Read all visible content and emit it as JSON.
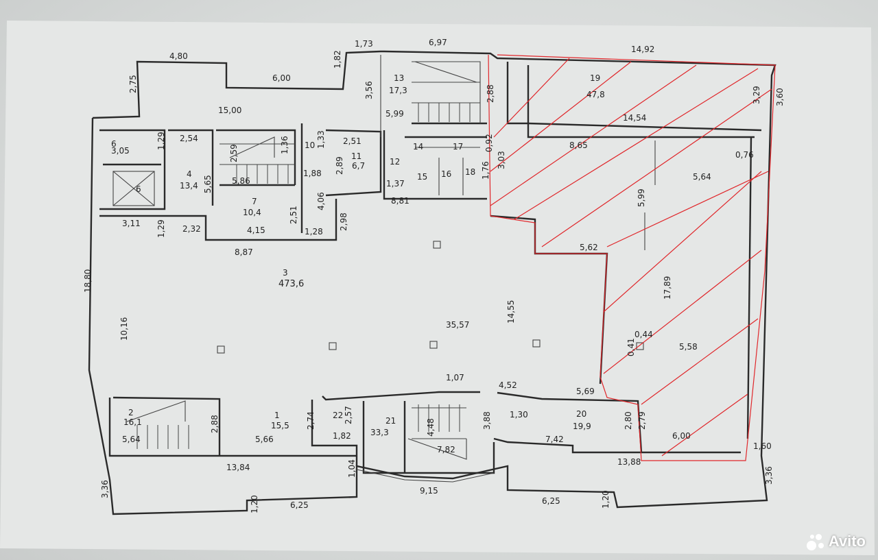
{
  "labels": {
    "d1": "14,92",
    "d2": "1,73",
    "d3": "6,97",
    "d4": "4,80",
    "d5": "1,82",
    "d6": "6,00",
    "d7": "2,75",
    "d8": "3,56",
    "d9": "15,00",
    "d10": "5,99",
    "d11": "2,88",
    "d12": "3,29",
    "d13": "3,60",
    "d14": "14,54",
    "d15": "2,54",
    "d16": "1,29",
    "d17": "3,05",
    "d18": "2,59",
    "d19": "1,36",
    "d20": "1,33",
    "d21": "2,51",
    "d22": "2,89",
    "d23": "0,92",
    "d24": "8,65",
    "d25": "0,76",
    "d26": "3,03",
    "d27": "1,76",
    "d28": "13,4",
    "d29": "5,65",
    "d30": "5,86",
    "d31": "1,88",
    "d32": "1,37",
    "d33": "4,06",
    "d34": "8,81",
    "d35": "5,64",
    "d36": "5,99",
    "d37": "2,51",
    "d38": "2,98",
    "d39": "10,4",
    "d40": "3,11",
    "d41": "1,29",
    "d42": "2,32",
    "d43": "4,15",
    "d44": "1,28",
    "d45": "8,87",
    "d46": "5,62",
    "d47": "18,80",
    "d48": "473,6",
    "d49": "17,89",
    "d50": "10,16",
    "d51": "35,57",
    "d52": "14,55",
    "d53": "0,41",
    "d54": "0,44",
    "d55": "5,58",
    "d56": "1,07",
    "d57": "4,52",
    "d58": "5,69",
    "d59": "1,30",
    "d60": "19,9",
    "d61": "2,80",
    "d62": "2,79",
    "d63": "16,1",
    "d64": "2,88",
    "d65": "15,5",
    "d66": "2,74",
    "d67": "2,57",
    "d68": "33,3",
    "d69": "4,48",
    "d70": "3,88",
    "d71": "5,64",
    "d72": "5,66",
    "d73": "1,82",
    "d74": "7,82",
    "d75": "7,42",
    "d76": "6,00",
    "d77": "13,84",
    "d78": "1,04",
    "d79": "13,88",
    "d80": "1,60",
    "d81": "3,36",
    "d82": "9,15",
    "d83": "3,36",
    "d84": "1,20",
    "d85": "6,25",
    "d86": "6,25",
    "d87": "1,20",
    "d88": "6,7",
    "d89": "17,3",
    "d90": "47,8"
  },
  "rooms": {
    "r1": "1",
    "r2": "2",
    "r3": "3",
    "r4": "4",
    "r5": "6",
    "r6": "6",
    "r7": "7",
    "r10": "10",
    "r11": "11",
    "r12": "12",
    "r13": "13",
    "r14": "14",
    "r15": "15",
    "r16": "16",
    "r17": "17",
    "r18": "18",
    "r19": "19",
    "r20": "20",
    "r21": "21",
    "r22": "22"
  },
  "watermark": {
    "text": "Avito"
  },
  "colors": {
    "wall": "#2a2a2a",
    "highlight": "#e0262a",
    "paper": "#e4e6e5"
  }
}
